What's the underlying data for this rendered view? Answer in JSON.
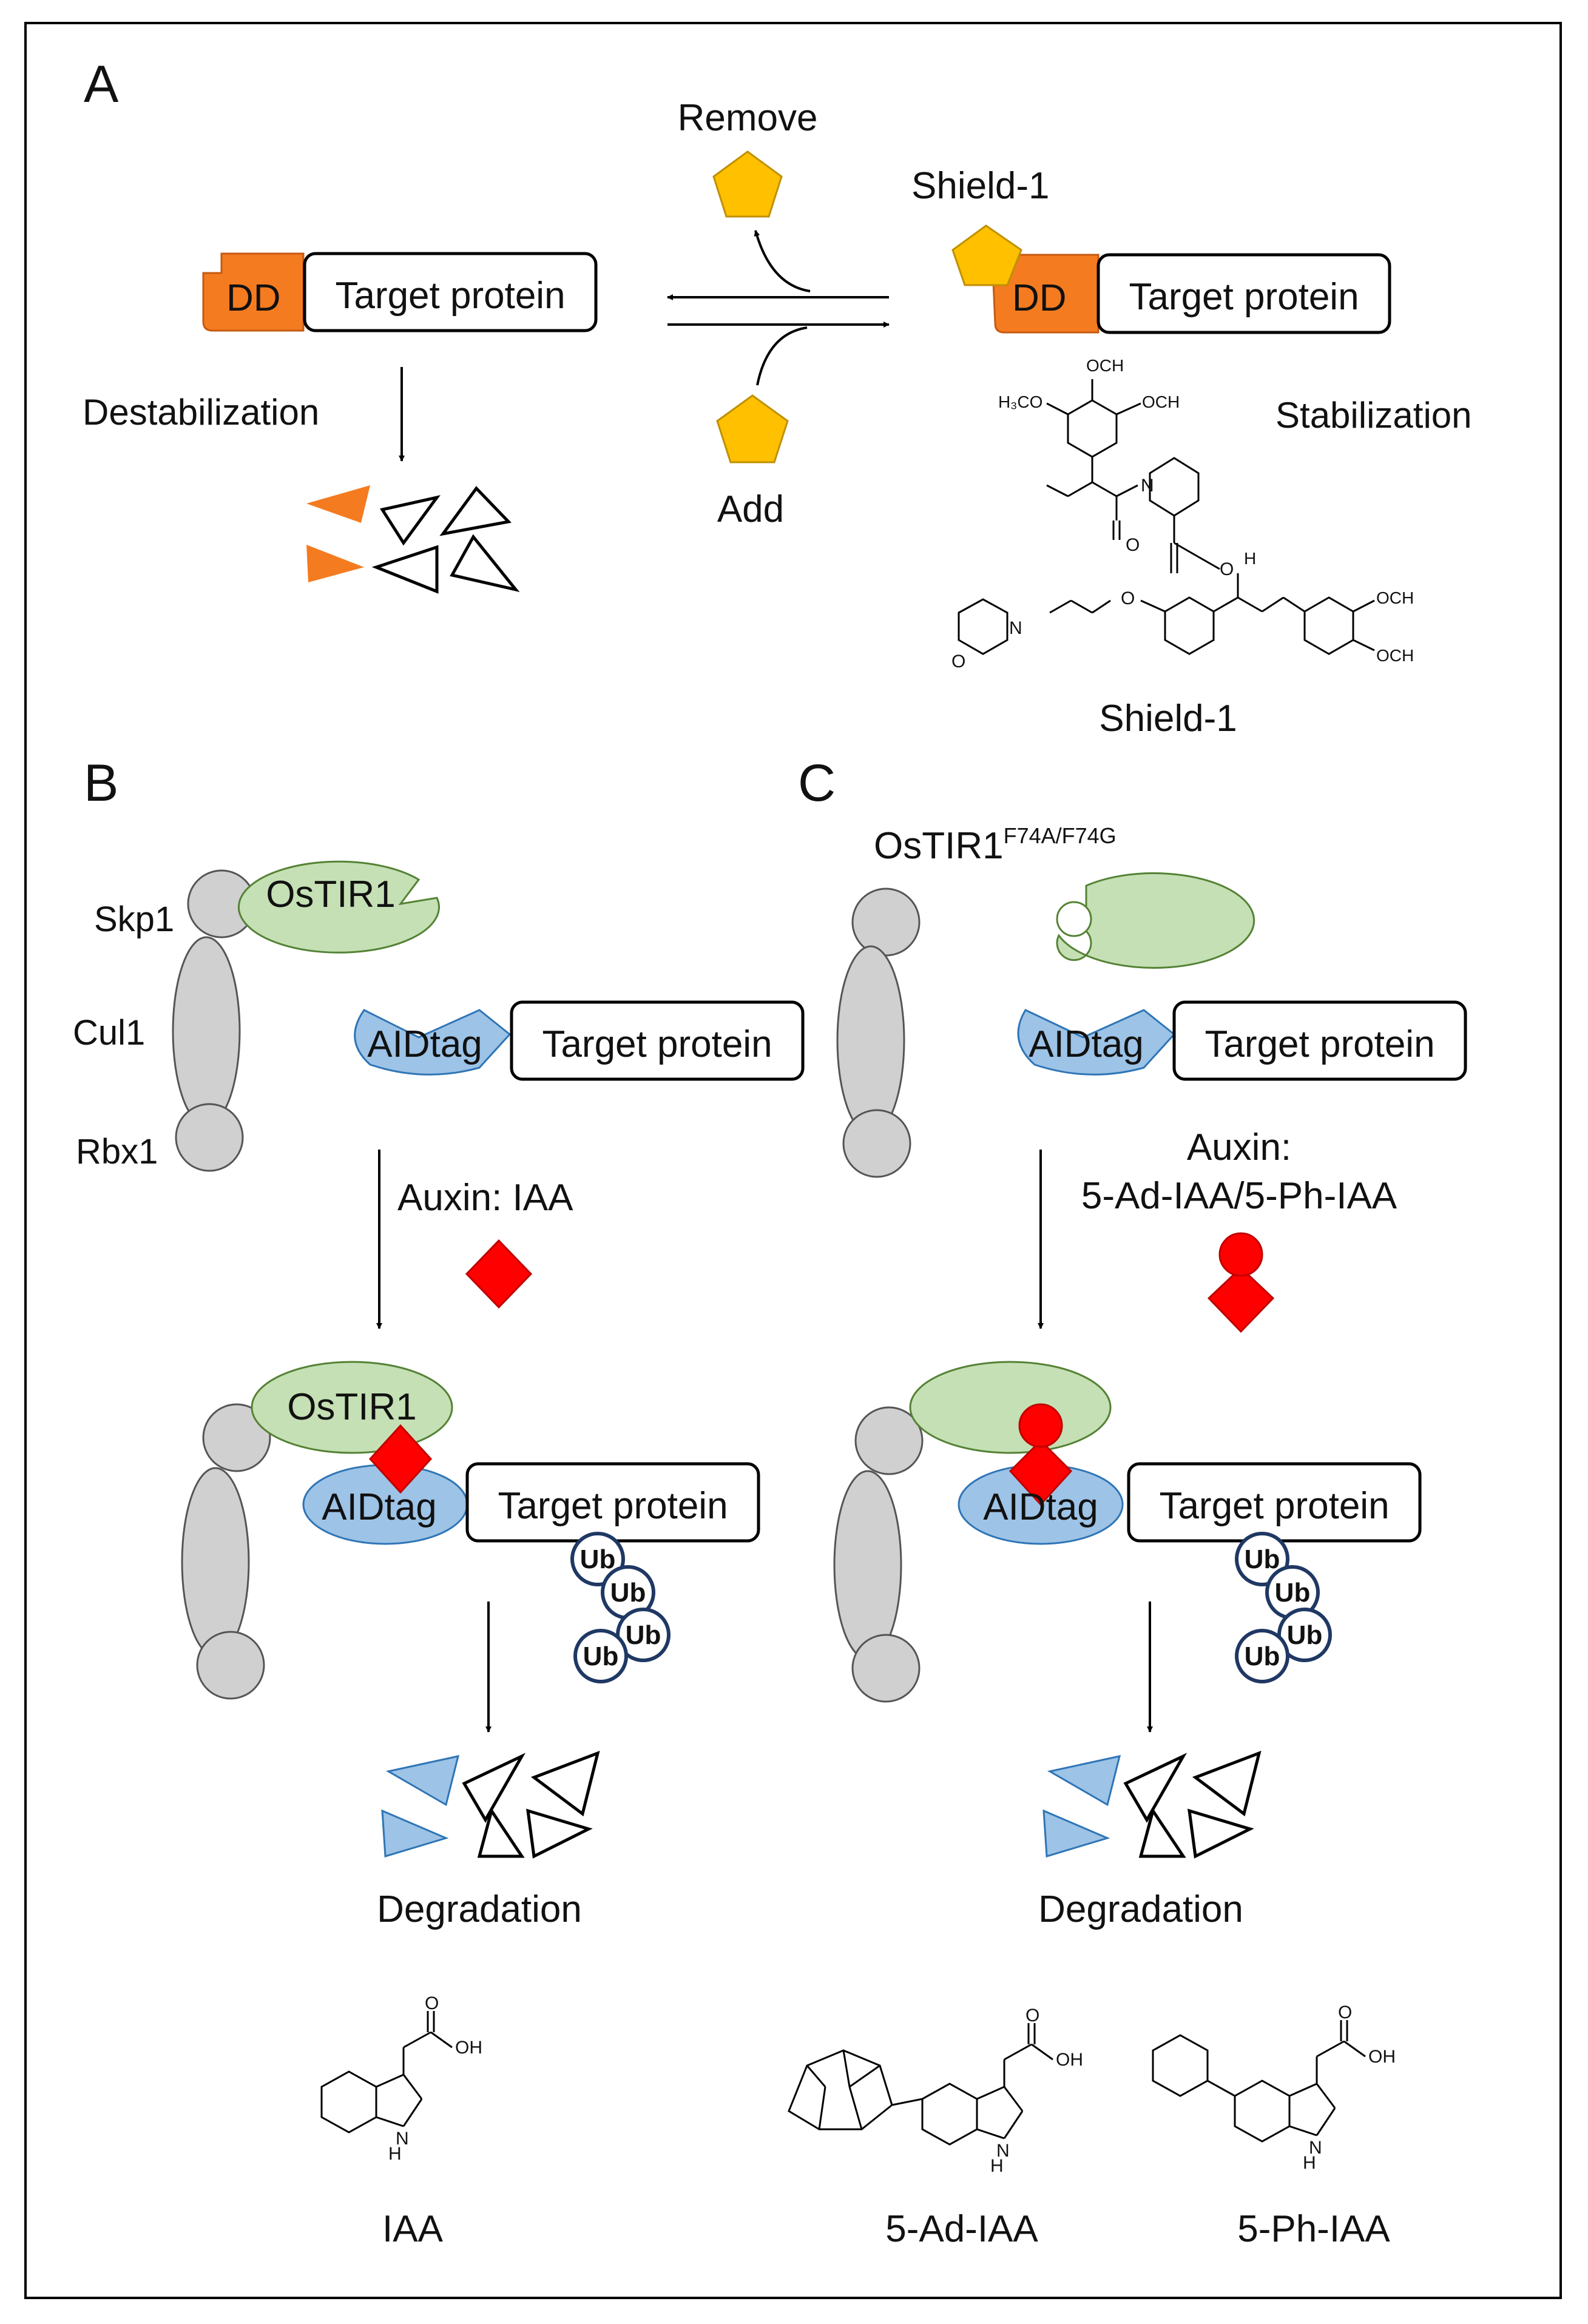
{
  "panels": {
    "a": "A",
    "b": "B",
    "c": "C"
  },
  "panel_a": {
    "remove": "Remove",
    "add": "Add",
    "shield_top": "Shield-1",
    "dd": "DD",
    "target": "Target protein",
    "destabilization": "Destabilization",
    "stabilization": "Stabilization",
    "shield_caption": "Shield-1",
    "chem": {
      "och3_top": "OCH",
      "h3co": "H",
      "och3_right": "OCH",
      "n": "N",
      "o1": "O",
      "h": "H",
      "o2": "O",
      "o3": "O",
      "n2": "N",
      "o4": "O",
      "och3_b1": "OCH",
      "och3_b2": "OCH"
    }
  },
  "panel_b": {
    "osTIR1": "OsTIR1",
    "skp1": "Skp1",
    "cul1": "Cul1",
    "rbx1": "Rbx1",
    "aidtag": "AIDtag",
    "target": "Target protein",
    "auxin": "Auxin:  IAA",
    "osTIR1_bottom": "OsTIR1",
    "aidtag_bottom": "AIDtag",
    "target_bottom": "Target protein",
    "ub": "Ub",
    "degradation": "Degradation",
    "compound": "IAA",
    "chem_oh": "OH",
    "chem_o": "O",
    "chem_h": "H",
    "chem_n": "N"
  },
  "panel_c": {
    "ostir_label": "OsTIR1",
    "ostir_sup": "F74A/F74G",
    "aidtag": "AIDtag",
    "target": "Target protein",
    "auxin_line1": "Auxin:",
    "auxin_line2": "5-Ad-IAA/5-Ph-IAA",
    "aidtag_bottom": "AIDtag",
    "target_bottom": "Target protein",
    "ub": "Ub",
    "degradation": "Degradation",
    "compound1": "5-Ad-IAA",
    "compound2": "5-Ph-IAA",
    "chem_oh": "OH",
    "chem_o": "O",
    "chem_h": "H",
    "chem_n": "N"
  },
  "colors": {
    "orange": "#F47B20",
    "gold": "#FFC000",
    "green": "#C5E0B4",
    "blue": "#9DC3E6",
    "gray": "#D0D0D0",
    "red": "#FF0000",
    "ub_stroke": "#1F3864"
  }
}
